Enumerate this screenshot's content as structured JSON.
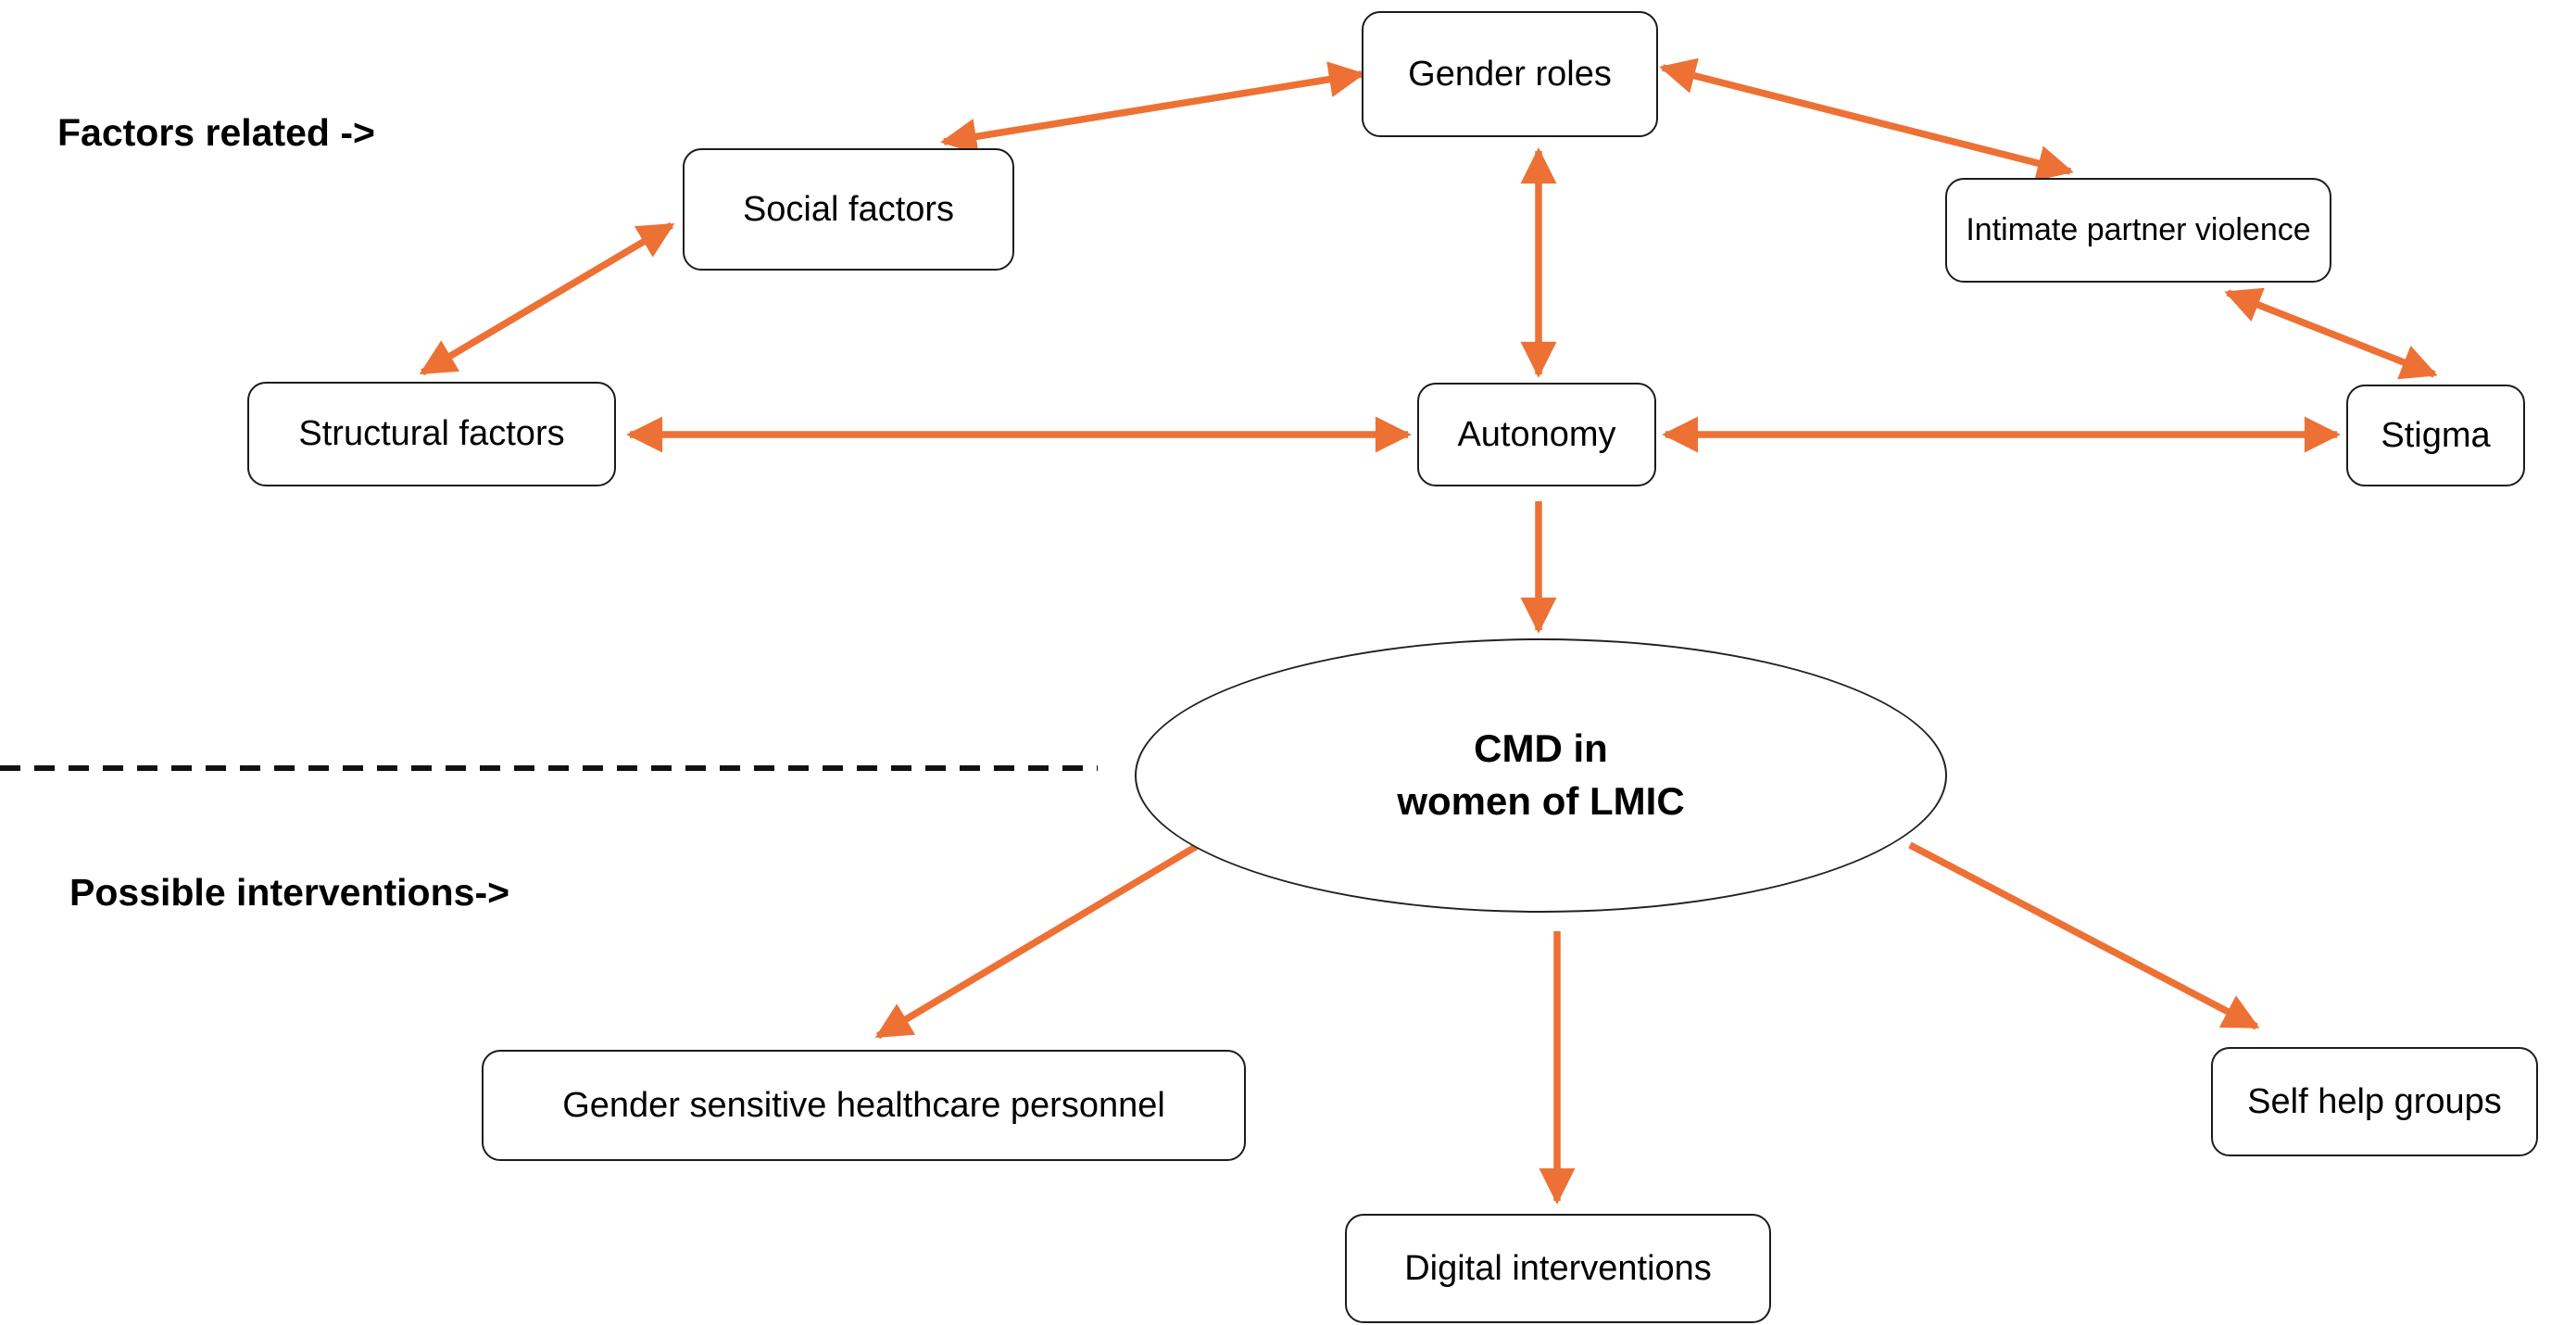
{
  "colors": {
    "arrow": "#ED7134",
    "box_border": "#1c1c1c",
    "background": "#ffffff",
    "text": "#000000"
  },
  "section_labels": {
    "factors_related": "Factors related ->",
    "possible_interventions": "Possible interventions->"
  },
  "nodes": {
    "gender_roles": {
      "label": "Gender roles"
    },
    "social_factors": {
      "label": "Social factors"
    },
    "intimate_partner_violence": {
      "label": "Intimate partner violence"
    },
    "structural_factors": {
      "label": "Structural factors"
    },
    "autonomy": {
      "label": "Autonomy"
    },
    "stigma": {
      "label": "Stigma"
    },
    "cmd": {
      "line1": "CMD in",
      "line2": "women of LMIC"
    },
    "gender_sensitive_healthcare_personnel": {
      "label": "Gender sensitive healthcare personnel"
    },
    "digital_interventions": {
      "label": "Digital interventions"
    },
    "self_help_groups": {
      "label": "Self help groups"
    }
  },
  "edges": [
    {
      "from": "Social factors",
      "to": "Gender roles",
      "bidirectional": true
    },
    {
      "from": "Gender roles",
      "to": "Intimate partner violence",
      "bidirectional": true
    },
    {
      "from": "Gender roles",
      "to": "Autonomy",
      "bidirectional": true
    },
    {
      "from": "Structural factors",
      "to": "Social factors",
      "bidirectional": true
    },
    {
      "from": "Structural factors",
      "to": "Autonomy",
      "bidirectional": true
    },
    {
      "from": "Autonomy",
      "to": "Stigma",
      "bidirectional": true
    },
    {
      "from": "Intimate partner violence",
      "to": "Stigma",
      "bidirectional": true
    },
    {
      "from": "Autonomy",
      "to": "CMD in women of LMIC",
      "bidirectional": false
    },
    {
      "from": "CMD in women of LMIC",
      "to": "Gender sensitive healthcare personnel",
      "bidirectional": false
    },
    {
      "from": "CMD in women of LMIC",
      "to": "Digital interventions",
      "bidirectional": false
    },
    {
      "from": "CMD in women of LMIC",
      "to": "Self help groups",
      "bidirectional": false
    }
  ]
}
